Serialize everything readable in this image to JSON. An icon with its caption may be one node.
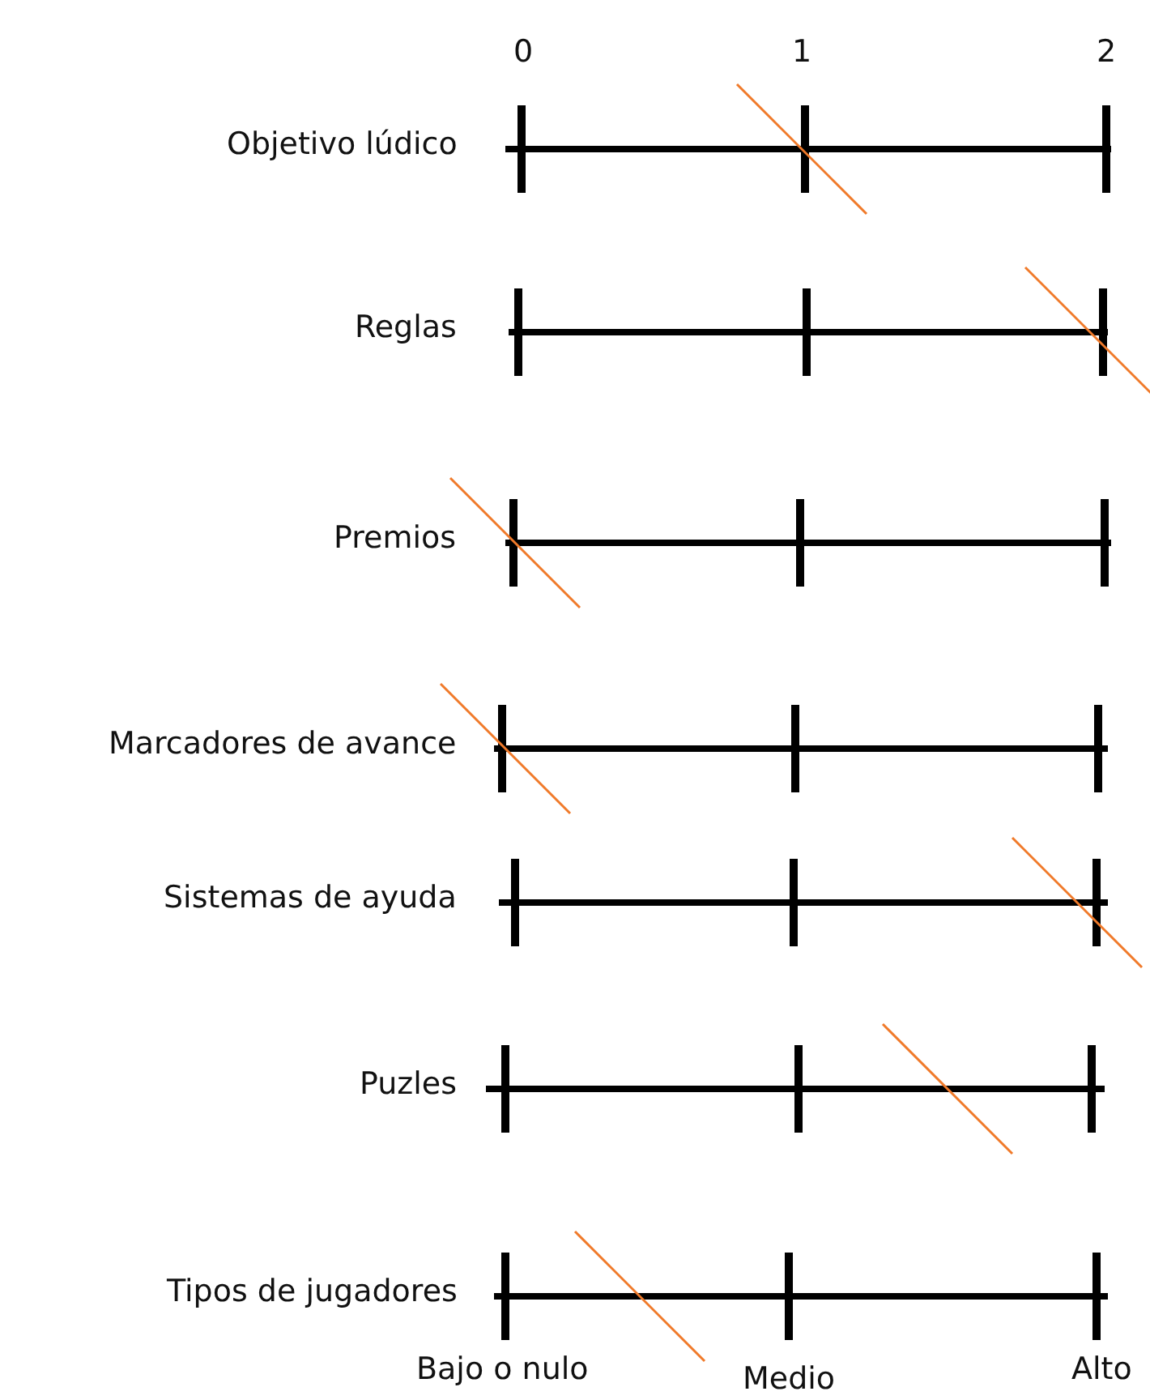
{
  "diagram": {
    "labels": [
      "0",
      "1",
      "2",
      "Objetivo lúdico",
      "Reglas",
      "Premios",
      "Marcadores de avance",
      "Sistemas de ayuda",
      "Puzles",
      "Tipos de jugadores",
      "Bajo o nulo",
      "Medio",
      "Alto"
    ]
  }
}
